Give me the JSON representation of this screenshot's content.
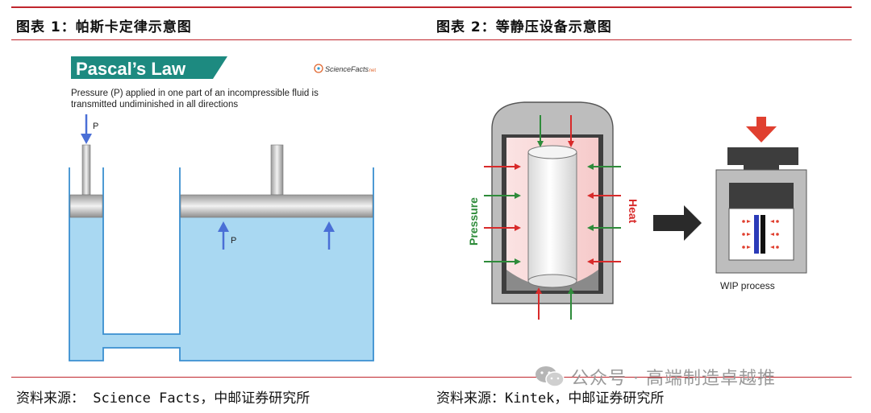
{
  "figure1": {
    "title": "图表 1：帕斯卡定律示意图",
    "source": "资料来源： Science Facts，中邮证券研究所",
    "banner": "Pascal’s Law",
    "logo_text": "ScienceFacts",
    "logo_suffix": ".net",
    "description_line1": "Pressure (P) applied in one part of an incompressible fluid is",
    "description_line2": "transmitted undiminished in all directions",
    "label_p_input": "P",
    "label_p_output": "P",
    "colors": {
      "banner": "#1d8a80",
      "fluid": "#a9d8f2",
      "arrow": "#4a6fd6",
      "wall": "#3a8fd0"
    }
  },
  "figure2": {
    "title": "图表 2：等静压设备示意图",
    "source": "资料来源：Kintek，中邮证券研究所",
    "label_pressure": "Pressure",
    "label_heat": "Heat",
    "label_wip": "WIP process",
    "colors": {
      "pressure": "#2e8b3a",
      "heat": "#d82a2a",
      "vessel": "#b9b9b9"
    }
  },
  "watermark": {
    "text": "公众号 · 高端制造卓越推",
    "icon": "wechat-icon"
  }
}
